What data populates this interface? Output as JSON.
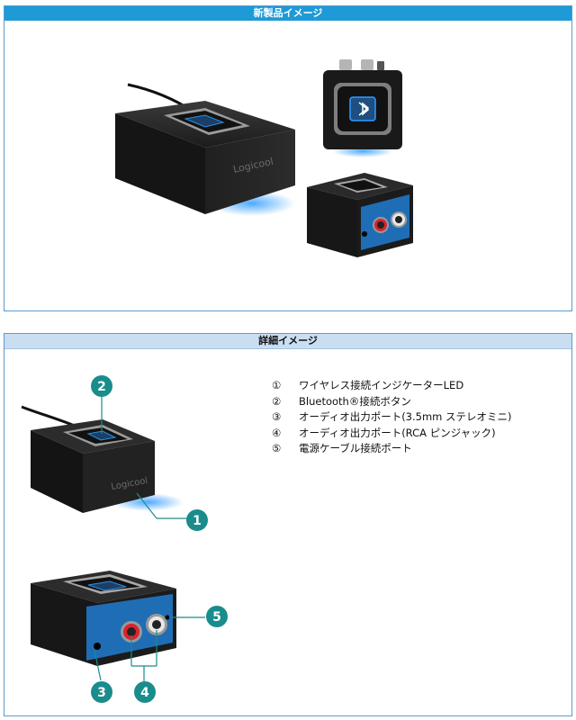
{
  "sections": {
    "new_product": {
      "title": "新製品イメージ"
    },
    "detail": {
      "title": "詳細イメージ"
    }
  },
  "product": {
    "brand": "Logicool"
  },
  "callouts": [
    "1",
    "2",
    "3",
    "4",
    "5"
  ],
  "features": [
    {
      "num": "①",
      "text": "ワイヤレス接続インジケーターLED"
    },
    {
      "num": "②",
      "text": "Bluetooth®接続ボタン"
    },
    {
      "num": "③",
      "text": "オーディオ出力ポート(3.5mm ステレオミニ)"
    },
    {
      "num": "④",
      "text": "オーディオ出力ポート(RCA ピンジャック)"
    },
    {
      "num": "⑤",
      "text": "電源ケーブル接続ポート"
    }
  ],
  "colors": {
    "header_blue": "#1e9ad6",
    "header_light": "#c9dff1",
    "callout_teal": "#1a8c8c",
    "led_blue": "#2a8fe0",
    "port_panel": "#1f6eb5"
  }
}
